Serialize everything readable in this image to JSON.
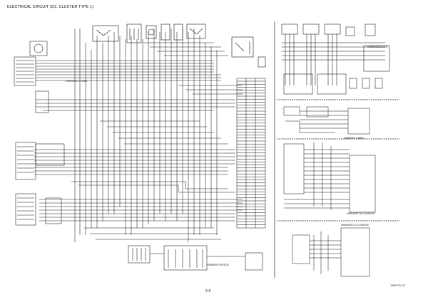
{
  "header": {
    "title": "ELECTRICAL CIRCUIT (2/2, CLUSTER TYPE 1)"
  },
  "footer": {
    "page_number": "2-5",
    "drawing_code": "380F2EL03"
  },
  "labels": {
    "mid_left_harness": "HARNESS LH SIDE",
    "bottom_harness": "HARNESS RH SIDE",
    "harness_cabin": "HARNESS CABIN",
    "harness_console": "HARNESS RH CONSOLE",
    "harness_lh_console": "HARNESS LH CONSOLE",
    "harness_block": "HARNESS BLOCK"
  }
}
